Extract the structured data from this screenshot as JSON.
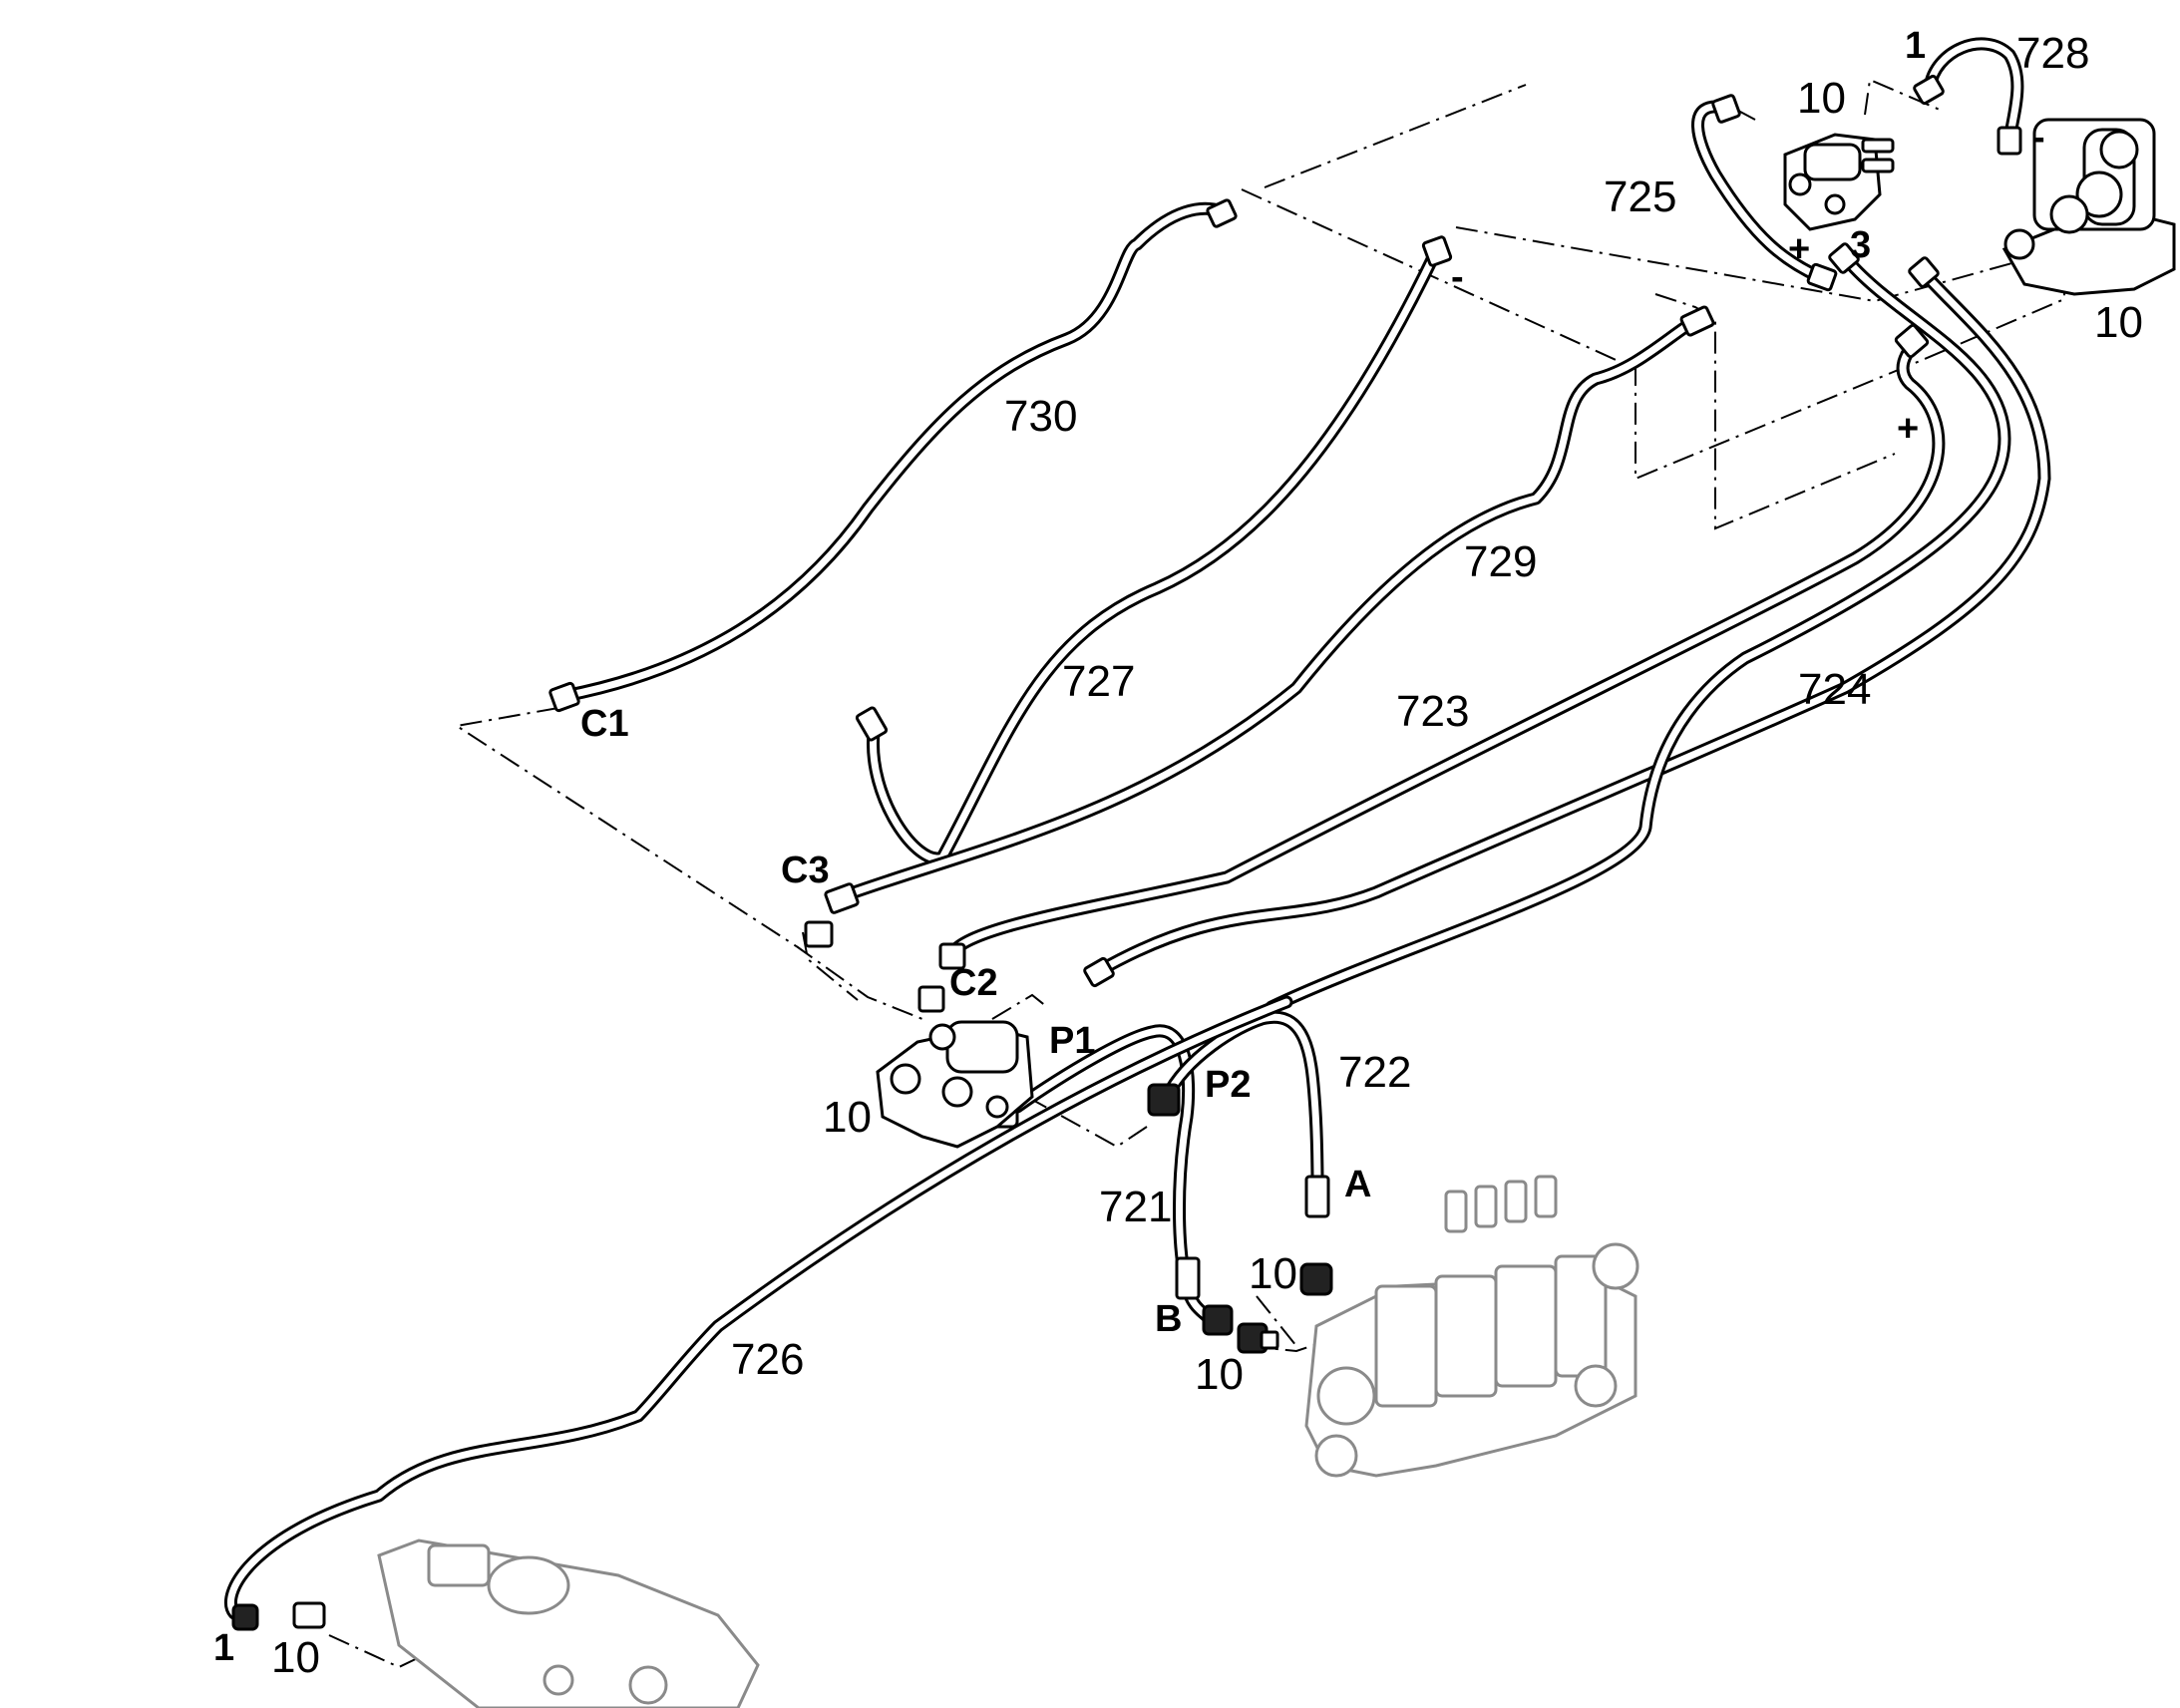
{
  "callouts": {
    "h721": "721",
    "h722": "722",
    "h723": "723",
    "h724": "724",
    "h725": "725",
    "h726": "726",
    "h727": "727",
    "h728": "728",
    "h729": "729",
    "h730": "730",
    "q_valve_mid": "10",
    "q_valve_top": "10",
    "q_block_right": "10",
    "q_fit_a": "10",
    "q_fit_b": "10",
    "q_fit_bottom": "10"
  },
  "ports": {
    "c1": "C1",
    "c2": "C2",
    "c3": "C3",
    "p1": "P1",
    "p2": "P2",
    "a": "A",
    "b": "B",
    "p3": "3",
    "one_top": "1",
    "one_bottom": "1",
    "plus_top": "+",
    "plus_right": "+",
    "minus_top": "-",
    "minus_mid": "-"
  }
}
